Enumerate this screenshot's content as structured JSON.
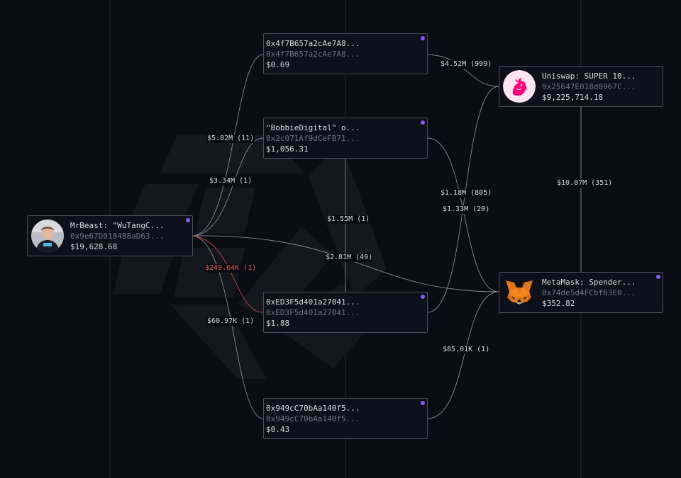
{
  "nodes": {
    "mrbeast": {
      "line1": "MrBeast: \"WuTangC...",
      "line2": "0x9e67D018488aD63...",
      "line3": "$19,628.68"
    },
    "addr_4f7b": {
      "line1": "0x4f7B657a2cAe7A8...",
      "line2": "0x4f7B657a2cAe7A8...",
      "line3": "$0.69"
    },
    "bobbie": {
      "line1": "\"BobbieDigital\" o...",
      "line2": "0x2c071Af9dCeFB71...",
      "line3": "$1,056.31"
    },
    "addr_ed3f": {
      "line1": "0xED3F5d401a27041...",
      "line2": "0xED3F5d401a27041...",
      "line3": "$1.88"
    },
    "addr_949c": {
      "line1": "0x949cC70bAa140f5...",
      "line2": "0x949cC70bAa140f5...",
      "line3": "$0.43"
    },
    "uniswap": {
      "line1": "Uniswap: SUPER 10...",
      "line2": "0x25647E018d0967C...",
      "line3": "$9,225,714.18"
    },
    "metamask": {
      "line1": "MetaMask: Spender...",
      "line2": "0x74de5d4FCbf63E0...",
      "line3": "$352.82"
    }
  },
  "edges": {
    "e1": "$5.82M (11)",
    "e2": "$3.34M (1)",
    "e3": "$249.64K (1)",
    "e4": "$60.97K (1)",
    "e5": "$2.81M (49)",
    "e6": "$1.55M (1)",
    "e7": "$4.52M (999)",
    "e8": "$1.18M (805)",
    "e9": "$1.33M (20)",
    "e10": "$85.01K (1)",
    "e11": "$10.07M (351)"
  },
  "icons": {
    "mrbeast": "avatar-photo",
    "uniswap": "unicorn-icon",
    "metamask": "fox-icon"
  },
  "colors": {
    "dot": "#8a5cf5",
    "edge": "#9a9da6",
    "edge_red": "#c24a48",
    "uniswap_pink": "#ff007a"
  }
}
